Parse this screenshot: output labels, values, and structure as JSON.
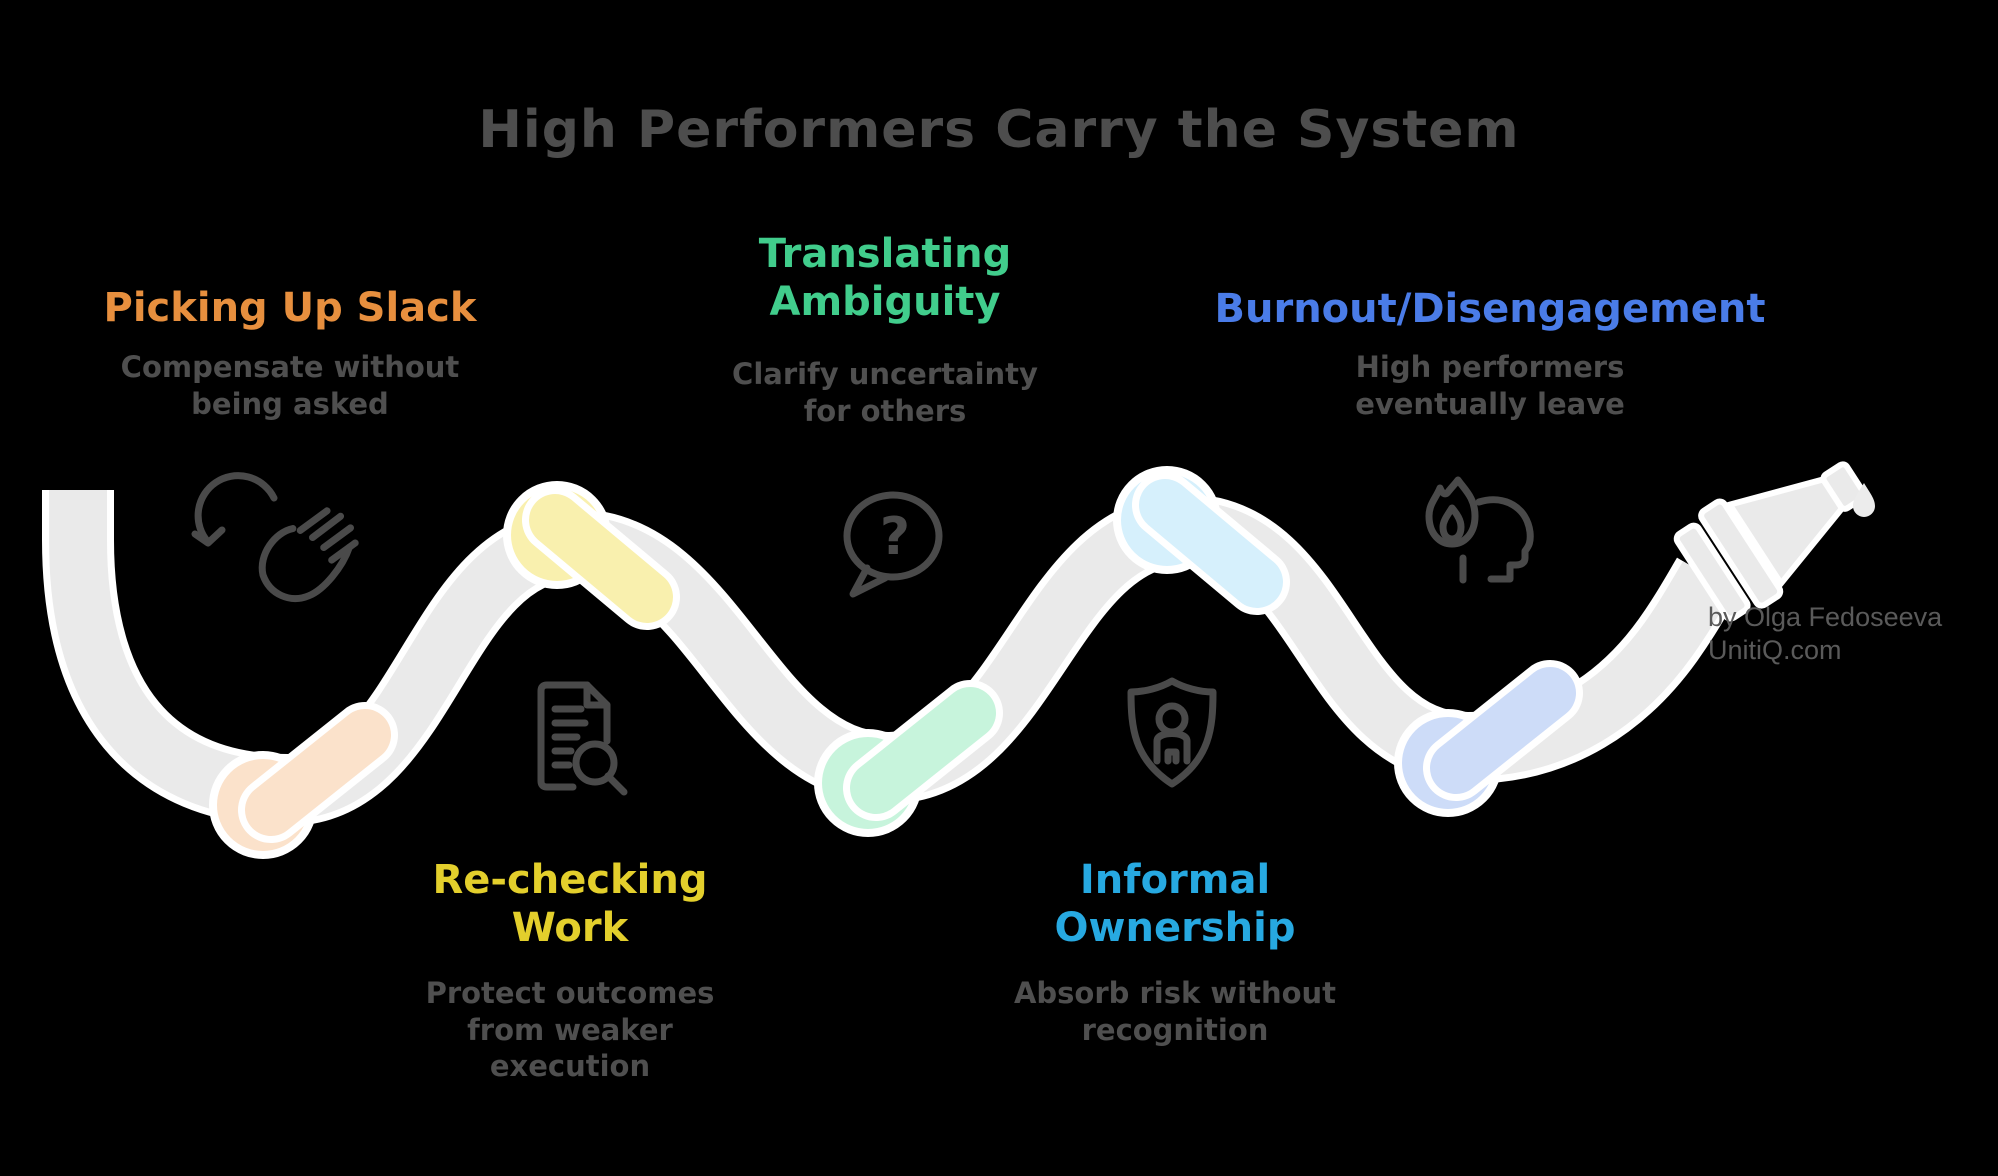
{
  "title": "High Performers Carry the System",
  "attribution": {
    "line1": "by Olga Fedoseeva",
    "line2": "UnitiQ.com"
  },
  "colors": {
    "background": "#000000",
    "rope": "#EAEAEA",
    "rope_outline": "#FFFFFF",
    "icon_stroke": "#4A4A4A",
    "title_text": "#4D4D4D",
    "description_text": "#4F4F4F",
    "attribution_text": "#5A5A5A"
  },
  "icons": {
    "question_glyph": "?"
  },
  "stages": [
    {
      "id": "picking-up-slack",
      "label": "Picking Up Slack",
      "label_color": "#E78F3E",
      "description": "Compensate without being asked",
      "icon": "hand-swipe-icon",
      "knot_color": "#FBE2CB",
      "label_position": "top"
    },
    {
      "id": "re-checking-work",
      "label": "Re-checking Work",
      "label_color": "#E3CF2C",
      "description": "Protect outcomes from weaker execution",
      "icon": "document-search-icon",
      "knot_color": "#F9F0AE",
      "label_position": "bottom"
    },
    {
      "id": "translating-ambiguity",
      "label": "Translating Ambiguity",
      "label_color": "#41CD8C",
      "description": "Clarify uncertainty for others",
      "icon": "question-bubble-icon",
      "knot_color": "#C7F4DC",
      "label_position": "top"
    },
    {
      "id": "informal-ownership",
      "label": "Informal Ownership",
      "label_color": "#27A9E1",
      "description": "Absorb risk without recognition",
      "icon": "shield-person-icon",
      "knot_color": "#D6F0FC",
      "label_position": "bottom"
    },
    {
      "id": "burnout-disengagement",
      "label": "Burnout/Disengagement",
      "label_color": "#4A7CE8",
      "description": "High performers eventually leave",
      "icon": "burnout-head-icon",
      "knot_color": "#CDDCF8",
      "label_position": "top"
    }
  ]
}
